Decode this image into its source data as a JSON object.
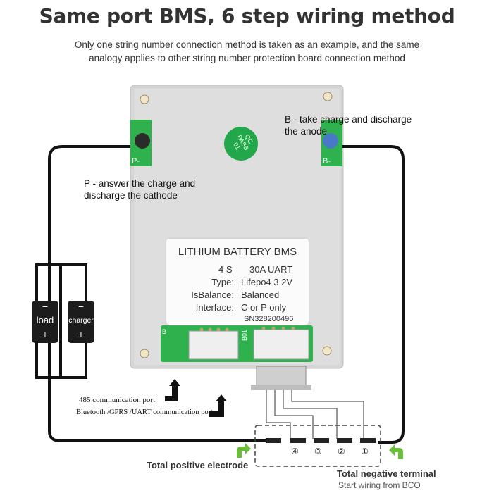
{
  "header": {
    "title": "Same port BMS, 6 step wiring method",
    "subtitle_line1": "Only one string number connection method is taken as an example, and the same",
    "subtitle_line2": "analogy applies to other string number protection board connection method"
  },
  "annotations": {
    "b_line1": "B - take charge and discharge",
    "b_line2": "the anode",
    "p_line1": "P - answer the charge and",
    "p_line2": "discharge the cathode",
    "comm_485": "485 communication port",
    "comm_bt": "Bluetooth /GPRS /UART communication port",
    "total_positive": "Total positive electrode",
    "total_negative": "Total negative terminal",
    "start_wiring": "Start wiring from BCO"
  },
  "board": {
    "qc_line1": "QC",
    "qc_line2": "PASS",
    "qc_line3": "01",
    "pad_p": "P-",
    "pad_b": "B-",
    "conn_b": "B",
    "conn_b01": "B01",
    "label": {
      "title": "LITHIUM BATTERY BMS",
      "series": "4  S",
      "current": "30A UART",
      "type_key": "Type:",
      "type_val": "Lifepo4 3.2V",
      "balance_key": "IsBalance:",
      "balance_val": "Balanced",
      "interface_key": "Interface:",
      "interface_val": "C or P only",
      "serial": "SN328200496"
    }
  },
  "packs": {
    "load": {
      "minus": "−",
      "name": "load",
      "plus": "+"
    },
    "charger": {
      "minus": "−",
      "name": "charger",
      "plus": "+"
    }
  },
  "cells": [
    "④",
    "③",
    "②",
    "①"
  ],
  "colors": {
    "board": "#d4d4d4",
    "pcb": "#2fb14e",
    "wire": "#111111",
    "arrow": "#6abf3a"
  }
}
